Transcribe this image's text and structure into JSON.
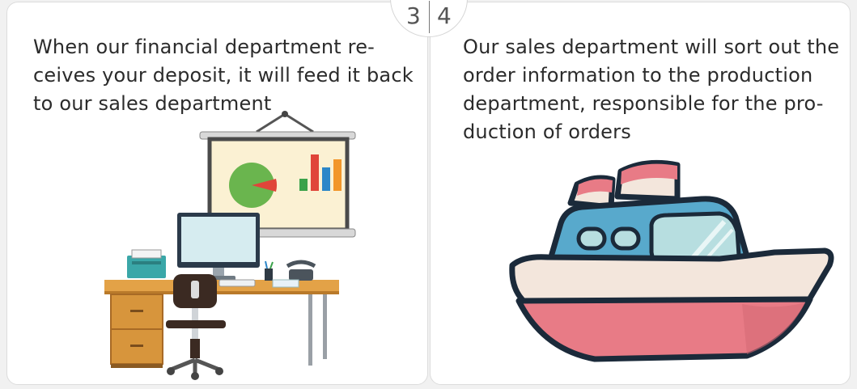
{
  "steps": [
    {
      "number": "3",
      "text": "When our financial department re-ceives your deposit, it will feed it back to our sales department"
    },
    {
      "number": "4",
      "text": "Our sales department will sort out the order information to the production department, responsible for the pro-duction of orders"
    }
  ],
  "colors": {
    "background": "#f1f1f1",
    "panel": "#ffffff",
    "text": "#2b2b2b",
    "ship_hull_red": "#e87b86",
    "ship_cabin_blue": "#58a9cc",
    "outline": "#1b2a3a"
  },
  "icons": [
    "office-desk-illustration",
    "ship-illustration"
  ]
}
